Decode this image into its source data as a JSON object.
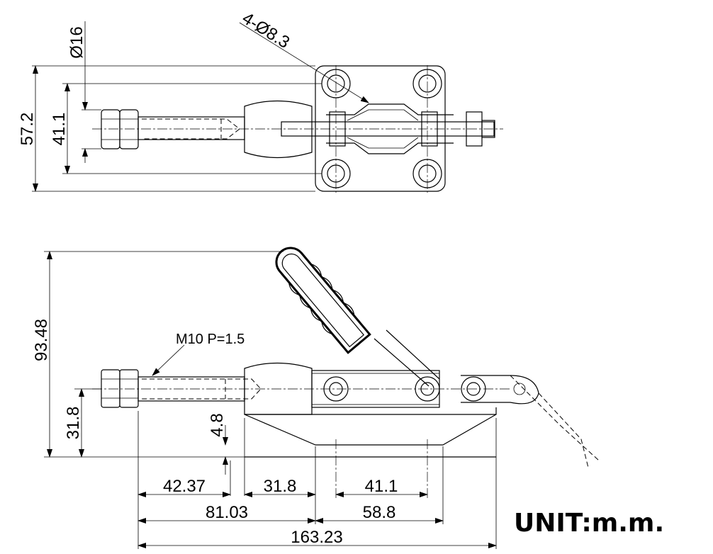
{
  "top_view": {
    "hole_callout": "4-Ø8.3",
    "rod_diameter": "Ø16",
    "overall_width": "57.2",
    "hole_spacing": "41.1"
  },
  "side_view": {
    "overall_height": "93.48",
    "thread_callout": "M10 P=1.5",
    "spindle_height": "31.8",
    "base_thickness": "4.8",
    "dim_42_37": "42.37",
    "dim_31_8": "31.8",
    "dim_41_1": "41.1",
    "dim_81_03": "81.03",
    "dim_58_8": "58.8",
    "overall_length": "163.23"
  },
  "unit_label": "UNIT:m.m."
}
